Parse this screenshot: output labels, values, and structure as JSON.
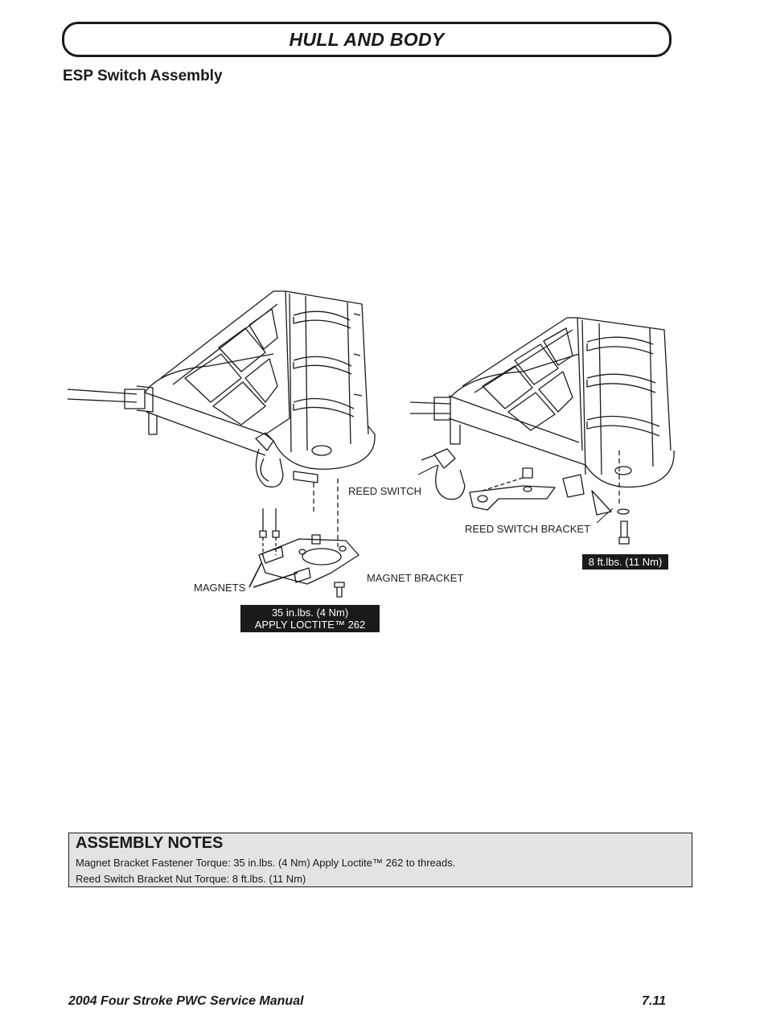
{
  "header": {
    "section_title": "HULL AND BODY",
    "subsection_title": "ESP Switch Assembly"
  },
  "diagram": {
    "callouts": {
      "reed_switch": "REED SWITCH",
      "reed_switch_bracket": "REED SWITCH BRACKET",
      "magnet_bracket": "MAGNET BRACKET",
      "magnets": "MAGNETS"
    },
    "torque_labels": {
      "bracket_nut_torque": "8 ft.lbs.  (11 Nm)",
      "magnet_fastener_torque": "35 in.lbs.  (4 Nm)",
      "magnet_fastener_loctite": "APPLY LOCTITE™ 262"
    }
  },
  "assembly_notes": {
    "title": "ASSEMBLY NOTES",
    "lines": [
      "Magnet Bracket Fastener Torque:  35 in.lbs.  (4 Nm)  Apply Loctite™ 262 to threads.",
      "Reed Switch Bracket Nut Torque:  8 ft.lbs.  (11 Nm)"
    ]
  },
  "footer": {
    "manual_title": "2004 Four Stroke PWC Service Manual",
    "page_number": "7.11"
  }
}
